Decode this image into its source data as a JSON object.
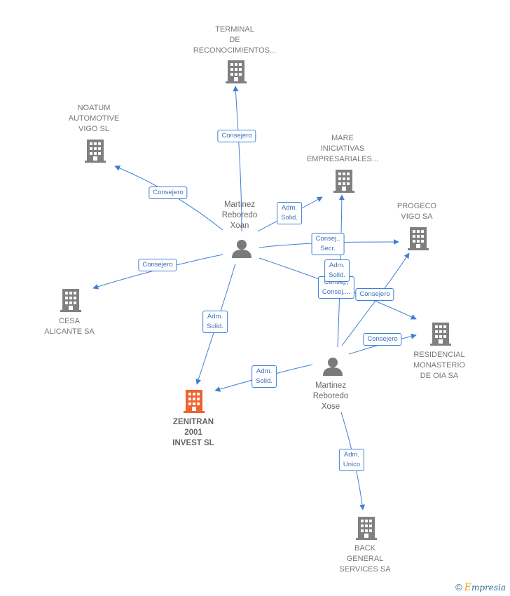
{
  "nodes": {
    "terminal": {
      "label": "TERMINAL\nDE\nRECONOCIMIENTOS...",
      "type": "company"
    },
    "noatum": {
      "label": "NOATUM\nAUTOMOTIVE\nVIGO  SL",
      "type": "company"
    },
    "mare": {
      "label": "MARE\nINICIATIVAS\nEMPRESARIALES...",
      "type": "company"
    },
    "progeco": {
      "label": "PROGECO\nVIGO SA",
      "type": "company"
    },
    "cesa": {
      "label": "CESA\nALICANTE SA",
      "type": "company"
    },
    "residencial": {
      "label": "RESIDENCIAL\nMONASTERIO\nDE OIA SA",
      "type": "company"
    },
    "zenitran": {
      "label": "ZENITRAN\n2001\nINVEST   SL",
      "type": "company-highlight"
    },
    "back": {
      "label": "BACK\nGENERAL\nSERVICES SA",
      "type": "company"
    },
    "xoan": {
      "label": "Martinez\nReboredo\nXoan",
      "type": "person"
    },
    "xose": {
      "label": "Martinez\nReboredo\nXose",
      "type": "person"
    }
  },
  "edges": [
    {
      "id": "xoan-terminal",
      "label": "Consejero"
    },
    {
      "id": "xoan-noatum",
      "label": "Consejero"
    },
    {
      "id": "xoan-mare",
      "label": "Adm.\nSolid."
    },
    {
      "id": "xoan-progeco",
      "label": "Consej..\nSecr."
    },
    {
      "id": "xoan-cesa",
      "label": "Consejero"
    },
    {
      "id": "xoan-residencial",
      "label": "Consej.,\nConsej...."
    },
    {
      "id": "xoan-zenitran",
      "label": "Adm.\nSolid."
    },
    {
      "id": "xose-mare",
      "label": "Adm.\nSolid."
    },
    {
      "id": "xose-progeco",
      "label": "Consejero"
    },
    {
      "id": "xose-residencial",
      "label": "Consejero"
    },
    {
      "id": "xose-zenitran",
      "label": "Adm.\nSolid."
    },
    {
      "id": "xose-back",
      "label": "Adm.\nUnico"
    }
  ],
  "colors": {
    "edge": "#3d7fd6",
    "company": "#808080",
    "highlight": "#f0622e",
    "person": "#7a7a7a"
  },
  "brand": {
    "symbol": "©",
    "initial": "E",
    "rest": "mpresia"
  }
}
